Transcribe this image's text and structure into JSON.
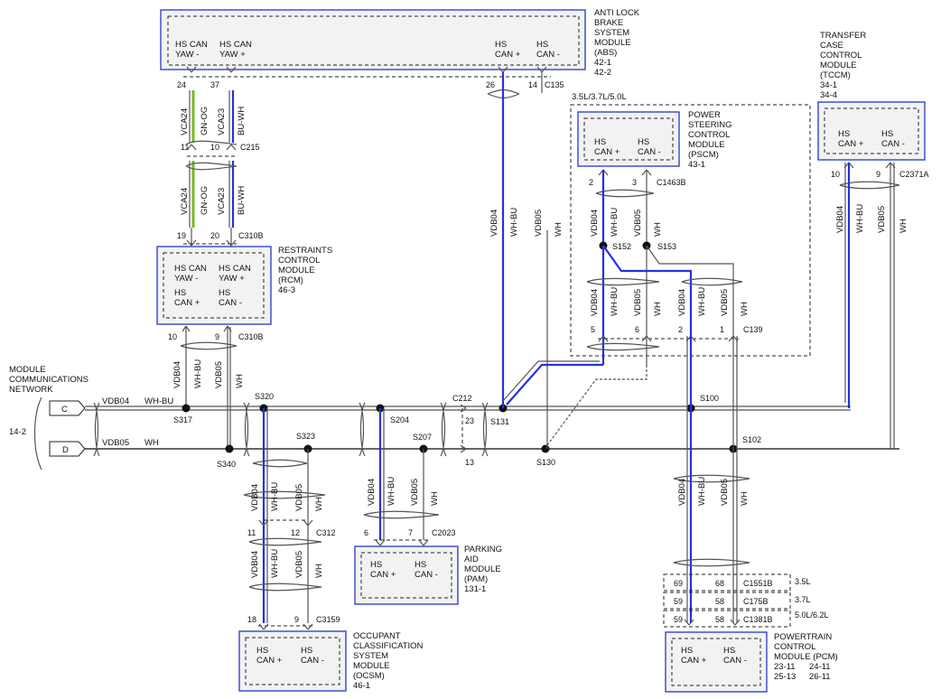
{
  "modules": {
    "abs": {
      "title": [
        "ANTI LOCK",
        "BRAKE",
        "SYSTEM",
        "MODULE",
        "(ABS)",
        "42-1",
        "42-2"
      ],
      "pins": [
        "HS CAN",
        "YAW -",
        "HS CAN",
        "YAW +",
        "HS",
        "CAN +",
        "HS",
        "CAN -"
      ]
    },
    "tccm": {
      "title": [
        "TRANSFER",
        "CASE",
        "CONTROL",
        "MODULE",
        "(TCCM)",
        "34-1",
        "34-4"
      ],
      "pins": [
        "HS",
        "CAN +",
        "HS",
        "CAN -"
      ]
    },
    "pscm": {
      "variant": "3.5L/3.7L/5.0L",
      "title": [
        "POWER",
        "STEERING",
        "CONTROL",
        "MODULE",
        "(PSCM)",
        "43-1"
      ],
      "pins": [
        "HS",
        "CAN +",
        "HS",
        "CAN -"
      ]
    },
    "rcm": {
      "title": [
        "RESTRAINTS",
        "CONTROL",
        "MODULE",
        "(RCM)",
        "46-3"
      ],
      "pins": [
        "HS CAN",
        "YAW -",
        "HS CAN",
        "YAW +",
        "HS",
        "CAN +",
        "HS",
        "CAN -"
      ]
    },
    "pam": {
      "title": [
        "PARKING",
        "AID",
        "MODULE",
        "(PAM)",
        "131-1"
      ],
      "pins": [
        "HS",
        "CAN +",
        "HS",
        "CAN -"
      ]
    },
    "ocsm": {
      "title": [
        "OCCUPANT",
        "CLASSIFICATION",
        "SYSTEM",
        "MODULE",
        "(OCSM)",
        "46-1"
      ],
      "pins": [
        "HS",
        "CAN +",
        "HS",
        "CAN -"
      ]
    },
    "pcm": {
      "title": [
        "POWERTRAIN",
        "CONTROL",
        "MODULE (PCM)",
        "23-11",
        "24-11",
        "25-13",
        "26-11"
      ],
      "pins": [
        "HS",
        "CAN +",
        "HS",
        "CAN -"
      ]
    }
  },
  "network": {
    "title": [
      "MODULE",
      "COMMUNICATIONS",
      "NETWORK"
    ],
    "ref": "14-2",
    "connector_c": "C",
    "connector_d": "D",
    "bus_c_label": [
      "VDB04",
      "WH-BU"
    ],
    "bus_d_label": [
      "VDB05",
      "WH"
    ]
  },
  "connectors": {
    "c135": "C135",
    "c215": "C215",
    "c310b_top": "C310B",
    "c310b_bot": "C310B",
    "c1463b": "C1463B",
    "c2371a": "C2371A",
    "c139": "C139",
    "c212": "C212",
    "c312": "C312",
    "c2023": "C2023",
    "c3159": "C3159",
    "c1551b": "C1551B",
    "c175b": "C175B",
    "c1381b": "C1381B"
  },
  "splices": {
    "s317": "S317",
    "s320": "S320",
    "s323": "S323",
    "s340": "S340",
    "s204": "S204",
    "s207": "S207",
    "s131": "S131",
    "s130": "S130",
    "s100": "S100",
    "s102": "S102",
    "s152": "S152",
    "s153": "S153"
  },
  "pins": {
    "abs_yaw_m": "24",
    "abs_yaw_p": "37",
    "abs_can_p": "26",
    "abs_can_m": "14",
    "c215_a": "11",
    "c215_b": "10",
    "rcm_top_a": "19",
    "rcm_top_b": "20",
    "rcm_bot_a": "10",
    "rcm_bot_b": "9",
    "pscm_a": "2",
    "pscm_b": "3",
    "tccm_a": "10",
    "tccm_b": "9",
    "c139_a": "5",
    "c139_b": "6",
    "c139_c": "2",
    "c139_d": "1",
    "c212_a": "23",
    "c212_b": "13",
    "c312_a": "11",
    "c312_b": "12",
    "pam_a": "6",
    "pam_b": "7",
    "ocsm_a": "18",
    "ocsm_b": "9",
    "pcm_r1_a": "69",
    "pcm_r1_b": "68",
    "pcm_r2_a": "59",
    "pcm_r2_b": "58",
    "pcm_r3_a": "59",
    "pcm_r3_b": "58"
  },
  "engine_variants": {
    "r1": "3.5L",
    "r2": "3.7L",
    "r3": "5.0L/6.2L"
  },
  "wires": {
    "vca24": "VCA24",
    "gnog": "GN-OG",
    "vca23": "VCA23",
    "buwh": "BU-WH",
    "vdb04": "VDB04",
    "whbu": "WH-BU",
    "vdb05": "VDB05",
    "vdb305": "VDB05",
    "wh": "WH"
  },
  "colors": {
    "can_high": "#2233dd",
    "yaw": "#77bb22",
    "module_border": "#3344cc"
  }
}
